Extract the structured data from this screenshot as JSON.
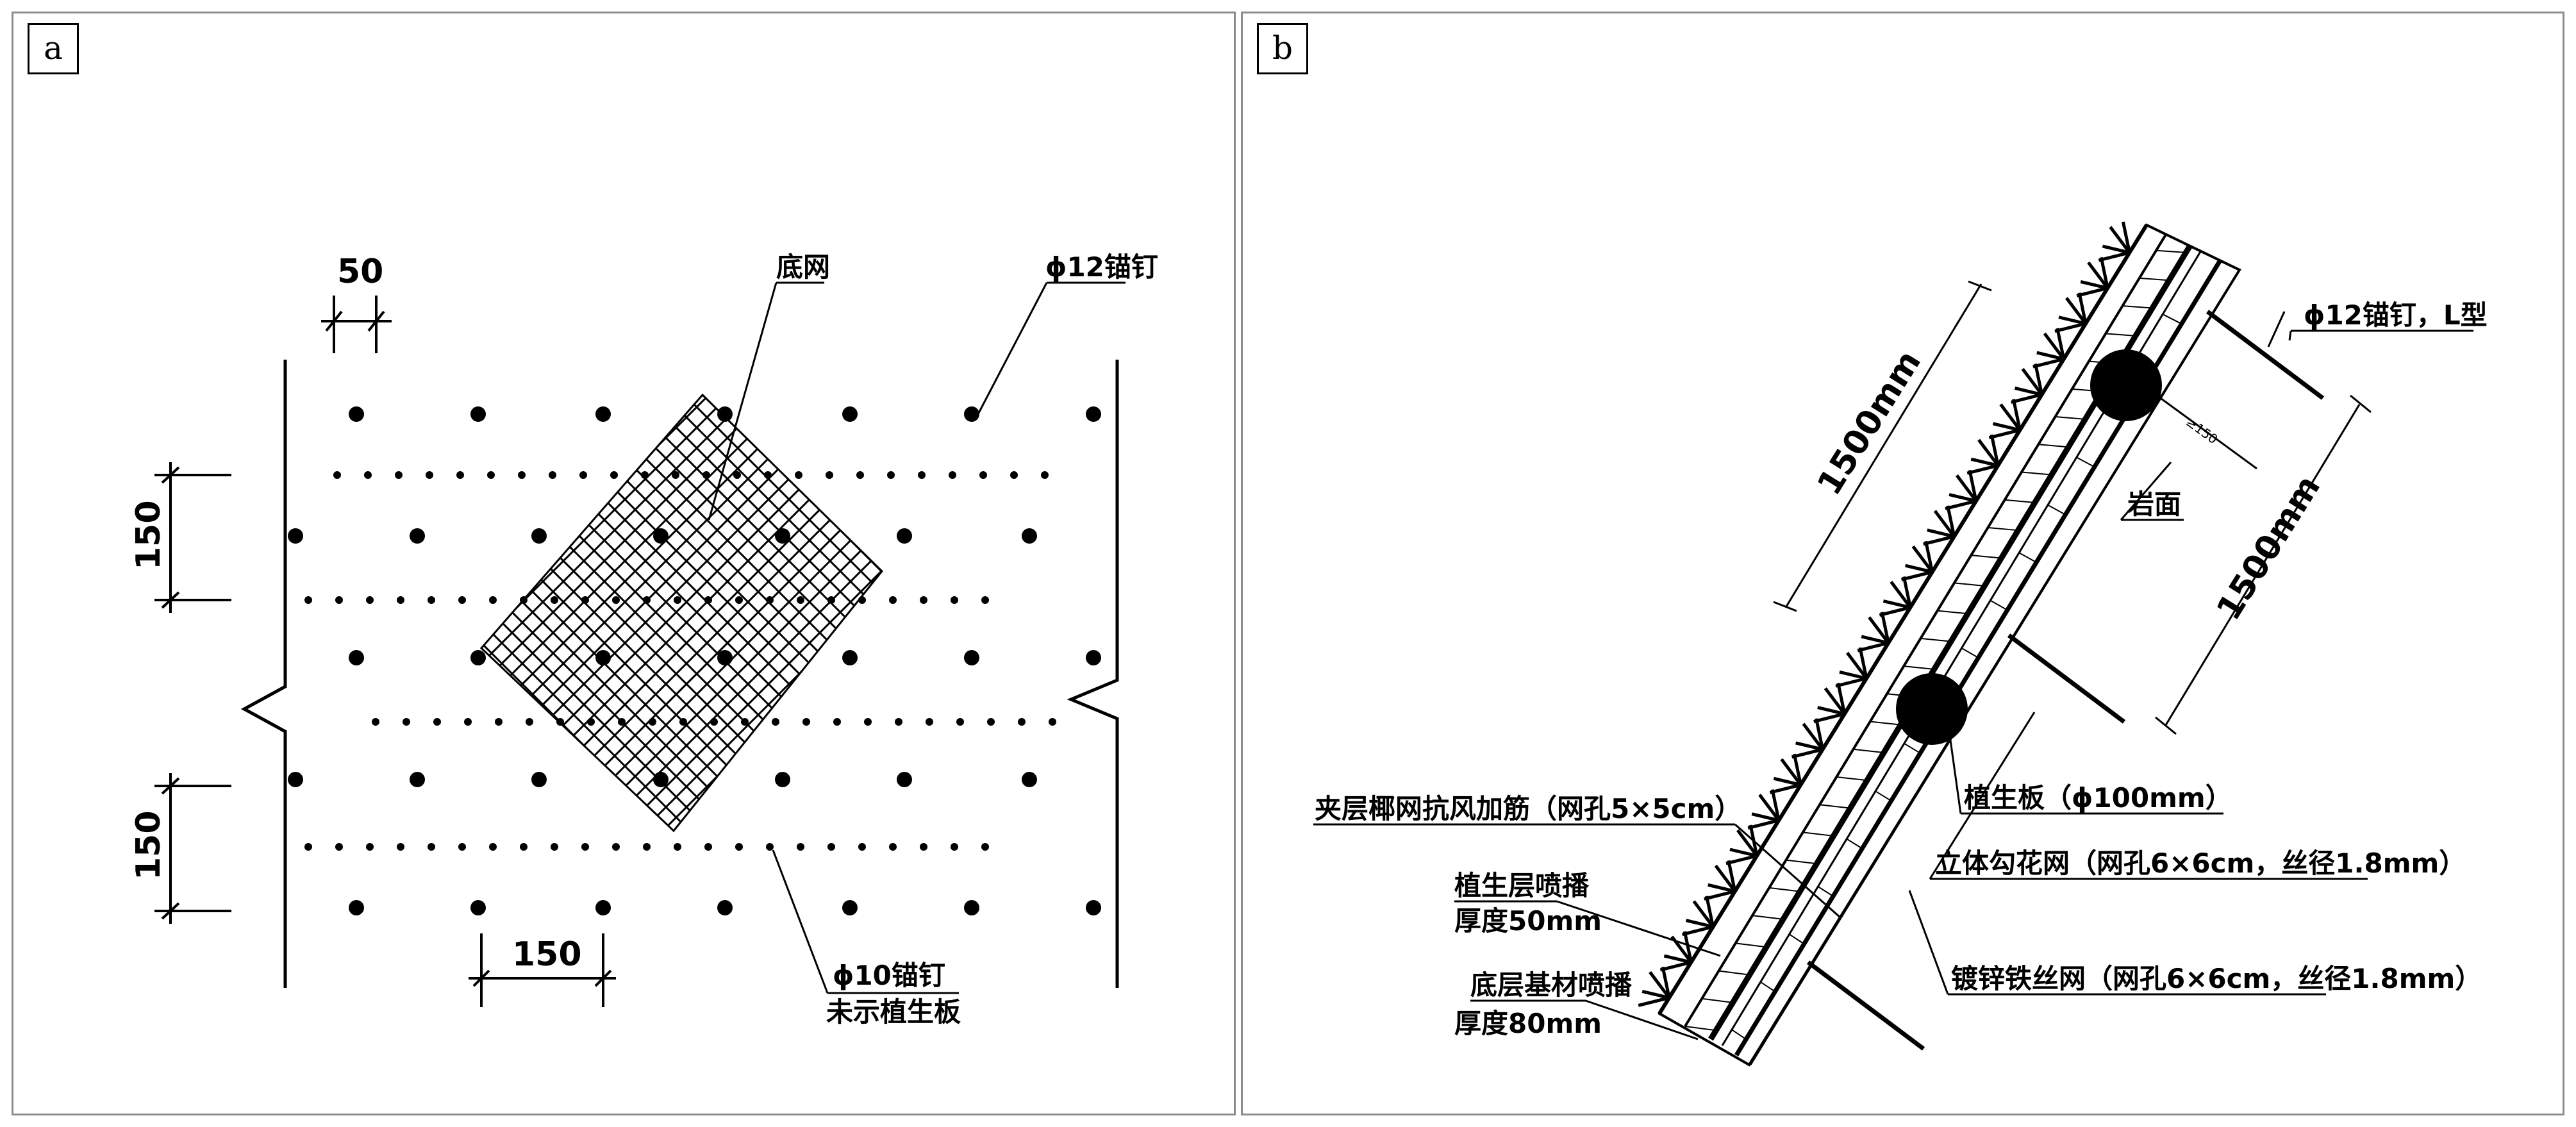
{
  "panel_a": {
    "label": "a",
    "dim_top": "50",
    "dim_left_upper": "150",
    "dim_left_lower": "150",
    "dim_bottom": "150",
    "label_bottom_net": "底网",
    "label_anchor_12": "ϕ12锚钉",
    "label_anchor_10_line1": "ϕ10锚钉",
    "label_anchor_10_line2": "未示植生板"
  },
  "panel_b": {
    "label": "b",
    "label_anchor_L": "ϕ12锚钉，L型",
    "label_anchor_len": "≥150",
    "label_rock": "岩面",
    "dim_1500_left": "1500mm",
    "dim_1500_right": "1500mm",
    "label_plant_board": "植生板（ϕ100mm）",
    "label_3d_mesh": "立体勾花网（网孔6×6cm，丝径1.8mm）",
    "label_galv_mesh": "镀锌铁丝网（网孔6×6cm，丝径1.8mm）",
    "label_coir": "夹层椰网抗风加筋（网孔5×5cm）",
    "label_veg_layer_line1": "植生层喷播",
    "label_veg_layer_line2": "厚度50mm",
    "label_base_layer_line1": "底层基材喷播",
    "label_base_layer_line2": "厚度80mm"
  }
}
